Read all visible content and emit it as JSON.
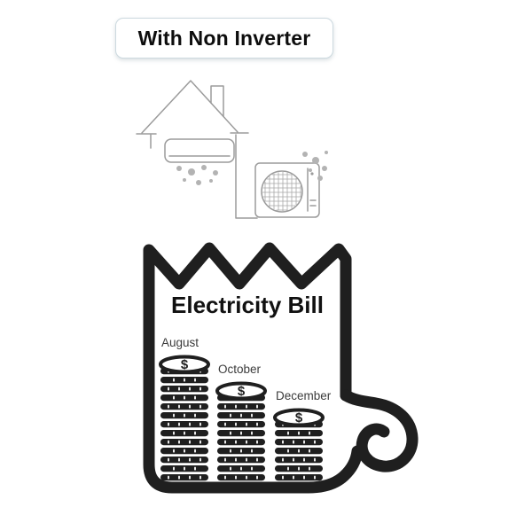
{
  "badge": {
    "label": "With Non Inverter"
  },
  "bill": {
    "title": "Electricity Bill"
  },
  "chart_data": {
    "type": "bar",
    "variant": "coin-stacks",
    "title": "Electricity Bill",
    "categories": [
      "August",
      "October",
      "December"
    ],
    "values": [
      13,
      10,
      7
    ],
    "value_unit": "coins",
    "currency_symbol": "$",
    "ylim": [
      0,
      14
    ],
    "legend": false
  },
  "illustration": {
    "house_icon": "house-with-chimney",
    "indoor_unit_icon": "split-ac-indoor-unit",
    "outdoor_unit_icon": "ac-outdoor-condenser-fan",
    "bill_icon": "receipt-with-curled-corner",
    "airflow_icon": "cool-air-dots",
    "heat_icon": "exhaust-dots"
  },
  "colors": {
    "ink": "#1f1f1f",
    "sketch_gray": "#9b9b9b",
    "dot_gray": "#b3b3b3",
    "label_text": "#3b3b3b",
    "badge_border": "#ccd9df",
    "background": "#ffffff"
  }
}
